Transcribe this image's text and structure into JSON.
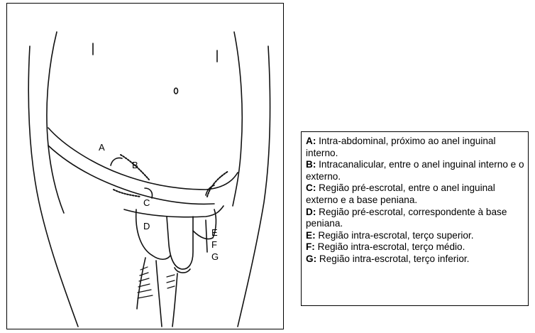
{
  "diagram": {
    "labels": [
      "A",
      "B",
      "C",
      "D",
      "E",
      "F",
      "G"
    ]
  },
  "legend": [
    {
      "key": "A:",
      "text": " Intra-abdominal, próximo ao anel inguinal interno."
    },
    {
      "key": "B:",
      "text": " Intracanalicular, entre o anel inguinal interno e o externo."
    },
    {
      "key": "C:",
      "text": " Região pré-escrotal, entre o anel inguinal externo e a base peniana."
    },
    {
      "key": "D:",
      "text": " Região pré-escrotal, correspondente à base peniana."
    },
    {
      "key": "E:",
      "text": " Região intra-escrotal, terço superior."
    },
    {
      "key": "F:",
      "text": " Região intra-escrotal, terço médio."
    },
    {
      "key": "G:",
      "text": " Região intra-escrotal, terço inferior."
    }
  ]
}
